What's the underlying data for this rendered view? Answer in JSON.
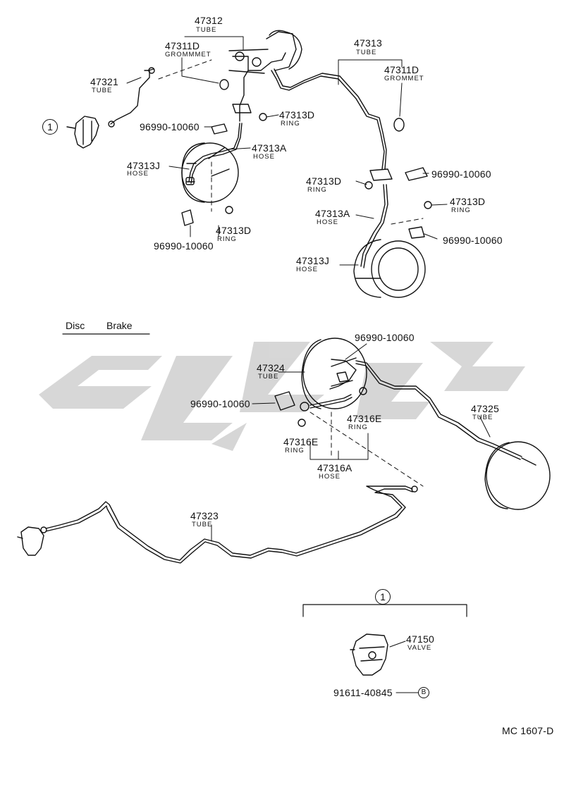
{
  "section_title": {
    "disc": "Disc",
    "brake": "Brake"
  },
  "drawing_code": "MC 1607-D",
  "callout_marker": "1",
  "fastener_marker": "B",
  "parts": {
    "p47312": {
      "number": "47312",
      "name": "TUBE"
    },
    "p47311d_left": {
      "number": "47311D",
      "name": "GROMMMET"
    },
    "p47321": {
      "number": "47321",
      "name": "TUBE"
    },
    "p47313": {
      "number": "47313",
      "name": "TUBE"
    },
    "p47311d_right": {
      "number": "47311D",
      "name": "GROMMET"
    },
    "p96990_a": {
      "number": "96990-10060"
    },
    "p47313d_a": {
      "number": "47313D",
      "name": "RING"
    },
    "p47313a_left": {
      "number": "47313A",
      "name": "HOSE"
    },
    "p47313j_left": {
      "number": "47313J",
      "name": "HOSE"
    },
    "p96990_b": {
      "number": "96990-10060"
    },
    "p47313d_b": {
      "number": "47313D",
      "name": "RING"
    },
    "p47313d_c": {
      "number": "47313D",
      "name": "RING"
    },
    "p96990_c": {
      "number": "96990-10060"
    },
    "p47313d_d": {
      "number": "47313D",
      "name": "RING"
    },
    "p47313a_right": {
      "number": "47313A",
      "name": "HOSE"
    },
    "p96990_d": {
      "number": "96990-10060"
    },
    "p47313j_right": {
      "number": "47313J",
      "name": "HOSE"
    },
    "p96990_e": {
      "number": "96990-10060"
    },
    "p47324": {
      "number": "47324",
      "name": "TUBE"
    },
    "p96990_f": {
      "number": "96990-10060"
    },
    "p47325": {
      "number": "47325",
      "name": "TUBE"
    },
    "p47316e_a": {
      "number": "47316E",
      "name": "RING"
    },
    "p47316e_b": {
      "number": "47316E",
      "name": "RING"
    },
    "p47316a": {
      "number": "47316A",
      "name": "HOSE"
    },
    "p47323": {
      "number": "47323",
      "name": "TUBE"
    },
    "p47150": {
      "number": "47150",
      "name": "VALVE"
    },
    "p91611": {
      "number": "91611-40845"
    }
  }
}
